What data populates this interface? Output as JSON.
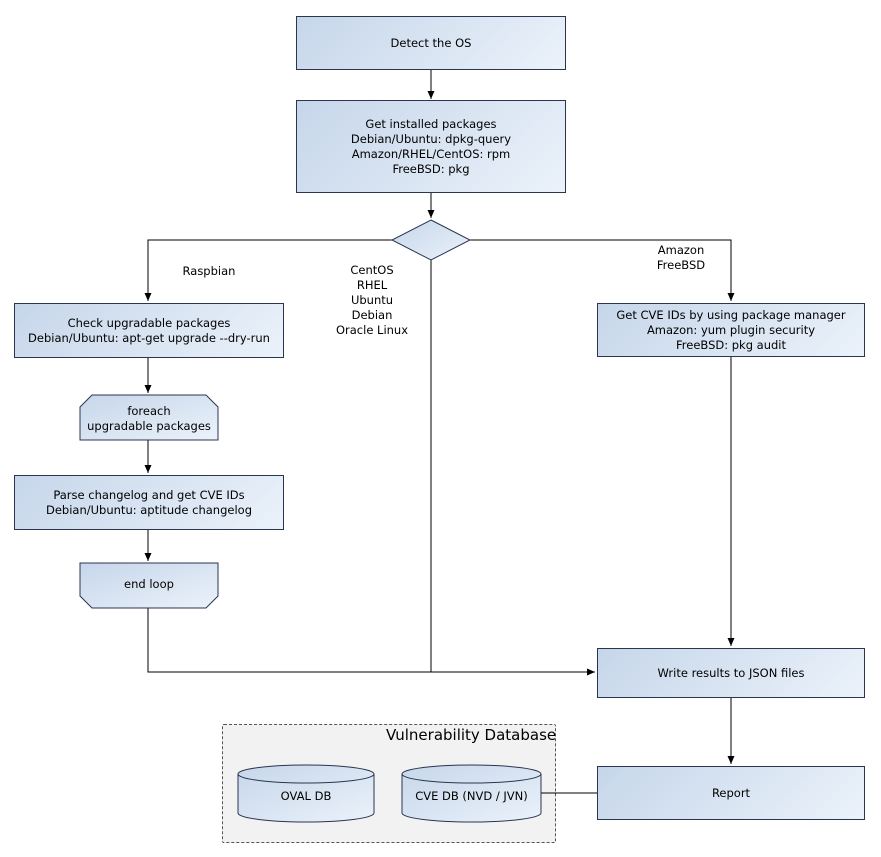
{
  "diagram": {
    "nodes": {
      "detect_os": {
        "label": "Detect the OS"
      },
      "get_packages": {
        "label": "Get installed packages\nDebian/Ubuntu: dpkg-query\nAmazon/RHEL/CentOS: rpm\nFreeBSD: pkg"
      },
      "check_upgradable": {
        "label": "Check upgradable packages\nDebian/Ubuntu: apt-get upgrade --dry-run"
      },
      "foreach_loop": {
        "label": "foreach\nupgradable packages"
      },
      "parse_changelog": {
        "label": "Parse changelog and get CVE IDs\nDebian/Ubuntu: aptitude changelog"
      },
      "end_loop": {
        "label": "end loop"
      },
      "get_cve_ids": {
        "label": "Get CVE IDs by using package manager\nAmazon: yum plugin security\nFreeBSD: pkg audit"
      },
      "write_results": {
        "label": "Write results to JSON files"
      },
      "report": {
        "label": "Report"
      },
      "oval_db": {
        "label": "OVAL DB"
      },
      "cve_db": {
        "label": "CVE DB (NVD / JVN)"
      }
    },
    "edge_labels": {
      "raspbian_branch": "Raspbian",
      "middle_branch": "CentOS\nRHEL\nUbuntu\nDebian\nOracle Linux",
      "right_branch": "Amazon\nFreeBSD"
    },
    "container": {
      "title": "Vulnerability Database"
    },
    "colors": {
      "node_fill_start": "#c6d6ea",
      "node_fill_end": "#ebf2fa",
      "node_border": "#2a3550",
      "container_bg": "#f2f2f2"
    }
  }
}
